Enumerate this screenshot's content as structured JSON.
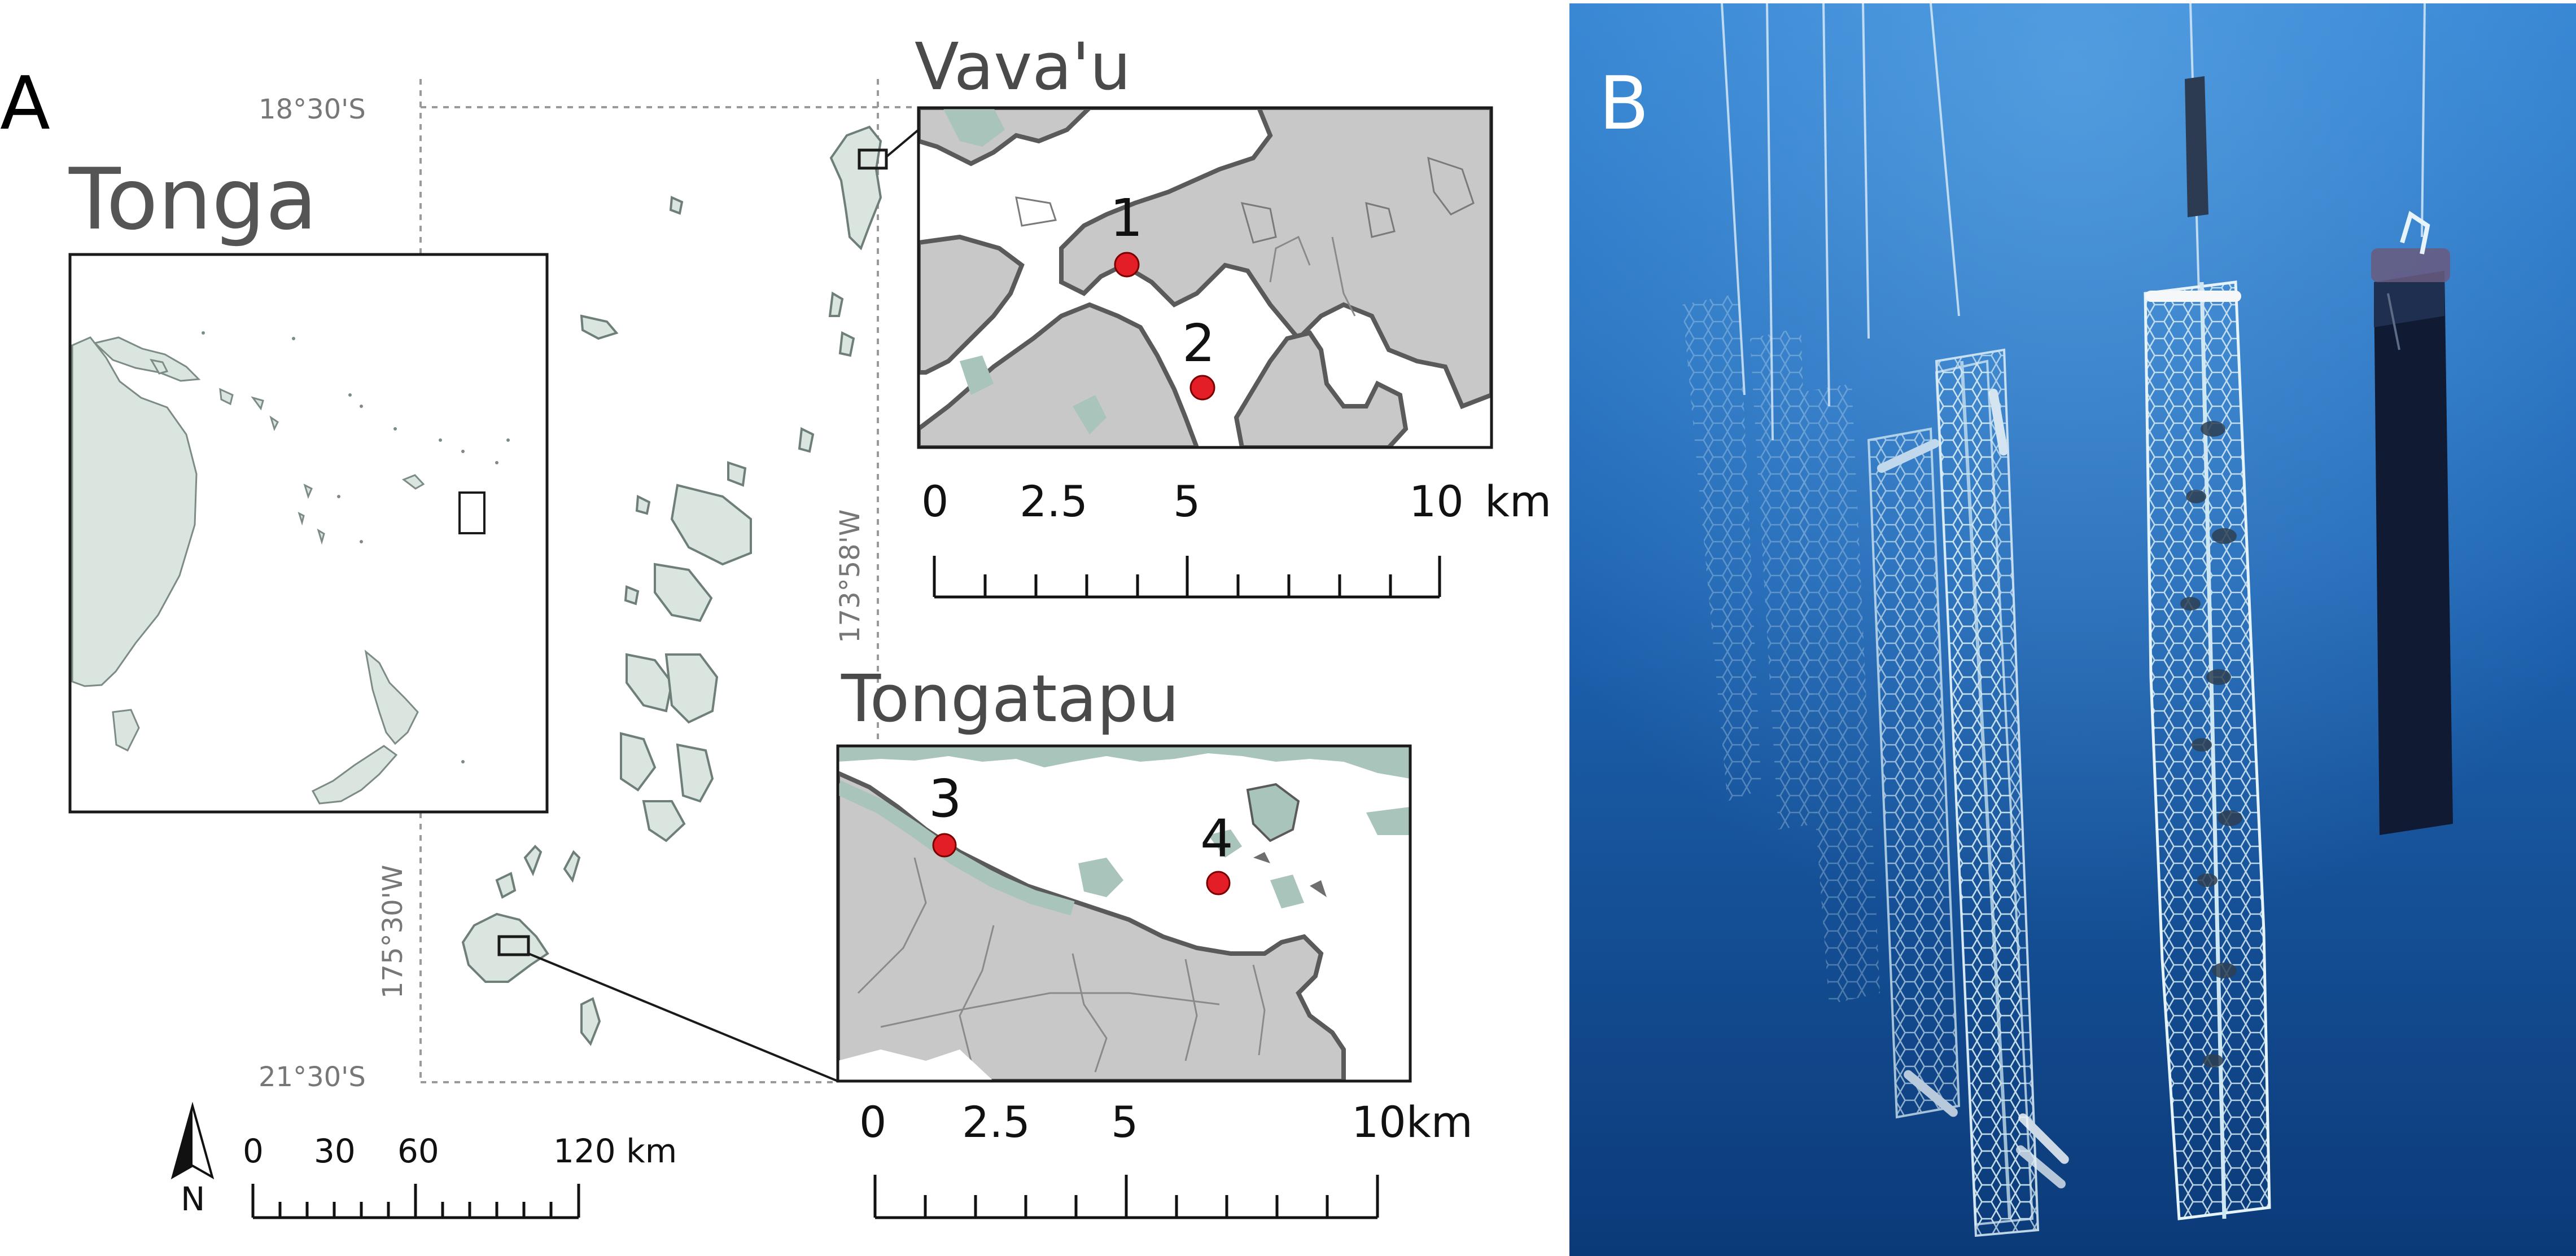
{
  "panel_a": {
    "letter": "A",
    "title": "Tonga",
    "coords": {
      "lat_top": "18°30'S",
      "lat_bottom": "21°30'S",
      "lon_left": "175°30'W",
      "lon_right": "173°58'W"
    },
    "vavau": {
      "title": "Vava'u",
      "sites": [
        "1",
        "2"
      ],
      "scale_labels": [
        "0",
        "2.5",
        "5",
        "10"
      ],
      "scale_unit": "km"
    },
    "tongatapu": {
      "title": "Tongatapu",
      "sites": [
        "3",
        "4"
      ],
      "scale_labels": [
        "0",
        "2.5",
        "5",
        "10km"
      ]
    },
    "main_scale": {
      "labels": [
        "0",
        "30",
        "60",
        "120 km"
      ]
    },
    "north_label": "N"
  },
  "panel_b": {
    "letter": "B"
  },
  "colors": {
    "land_light": "#dbe5e0",
    "land_outline": "#6e7e78",
    "land_gray": "#c8c8c8",
    "coast_dark": "#5a5a5a",
    "reef": "#a9c4bb",
    "site_marker": "#e41e26",
    "ocean_deep": "#0e3f7e",
    "ocean_mid": "#1e64b2",
    "ocean_light": "#3b8ad6"
  }
}
